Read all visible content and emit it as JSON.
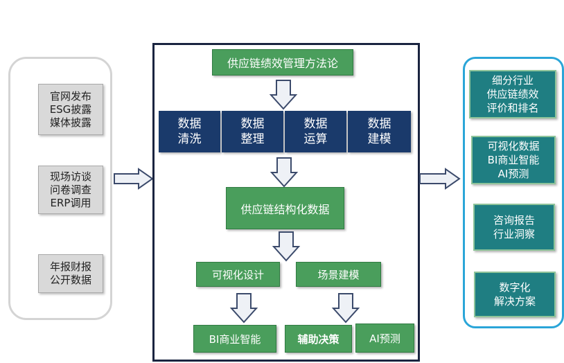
{
  "sources": [
    {
      "lines": [
        "官网发布",
        "ESG披露",
        "媒体披露"
      ]
    },
    {
      "lines": [
        "现场访谈",
        "问卷调查",
        "ERP调用"
      ]
    },
    {
      "lines": [
        "年报财报",
        "公开数据"
      ]
    }
  ],
  "center": {
    "methodology": "供应链绩效管理方法论",
    "steps": [
      {
        "lines": [
          "数据",
          "清洗"
        ]
      },
      {
        "lines": [
          "数据",
          "整理"
        ]
      },
      {
        "lines": [
          "数据",
          "运算"
        ]
      },
      {
        "lines": [
          "数据",
          "建模"
        ]
      }
    ],
    "structured_data": "供应链结构化数据",
    "visual_design": "可视化设计",
    "scenario_modeling": "场景建模",
    "bi": "BI商业智能",
    "decision_support": "辅助决策",
    "ai_prediction": "AI预测"
  },
  "outputs": [
    {
      "lines": [
        "细分行业",
        "供应链绩效",
        "评价和排名"
      ]
    },
    {
      "lines": [
        "可视化数据",
        "BI商业智能",
        "AI预测"
      ]
    },
    {
      "lines": [
        "咨询报告",
        "行业洞察"
      ]
    },
    {
      "lines": [
        "数字化",
        "解决方案"
      ]
    }
  ],
  "colors": {
    "green": "#4a9e5c",
    "navy": "#1a3a6b",
    "teal": "#1f7e82",
    "right_border": "#2aa5d8",
    "center_border": "#1a2440"
  },
  "icons": [
    "flow-arrow-right",
    "flow-arrow-down"
  ]
}
